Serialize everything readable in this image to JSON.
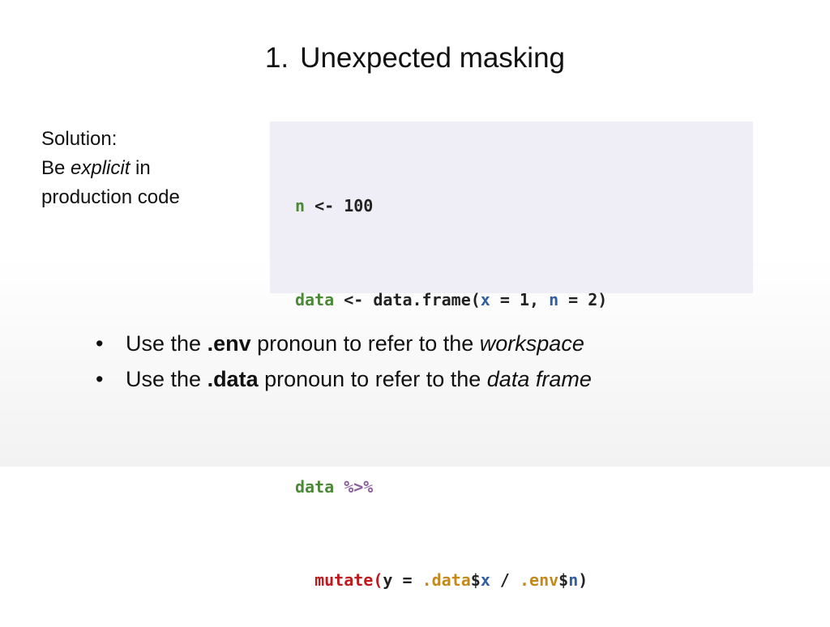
{
  "slide": {
    "number": "1.",
    "title": "Unexpected masking"
  },
  "solution": {
    "line1": "Solution:",
    "line2_pre": "Be ",
    "line2_em": "explicit",
    "line2_post": " in",
    "line3": "production code"
  },
  "code": {
    "l1": {
      "var": "n",
      "op": " <- ",
      "val": "100"
    },
    "l2": {
      "var": "data",
      "op": " <- ",
      "fn": "data.frame(",
      "a1": "x",
      "eq1": " = 1, ",
      "a2": "n",
      "eq2": " = 2)"
    },
    "l4": {
      "var": "data",
      "sp": " ",
      "pipe": "%>%"
    },
    "l5": {
      "indent": "  ",
      "fn": "mutate",
      "paren": "(",
      "y": "y = ",
      "data_pron": ".data",
      "d1": "$",
      "x": "x",
      "div": " / ",
      "env_pron": ".env",
      "d2": "$",
      "n": "n",
      "close": ")"
    }
  },
  "bullets": [
    {
      "marker": "•",
      "pre": "Use the ",
      "strong": ".env",
      "mid": " pronoun to refer to the ",
      "em": "workspace"
    },
    {
      "marker": "•",
      "pre": "Use the ",
      "strong": ".data",
      "mid": " pronoun to refer to the ",
      "em": "data frame"
    }
  ]
}
